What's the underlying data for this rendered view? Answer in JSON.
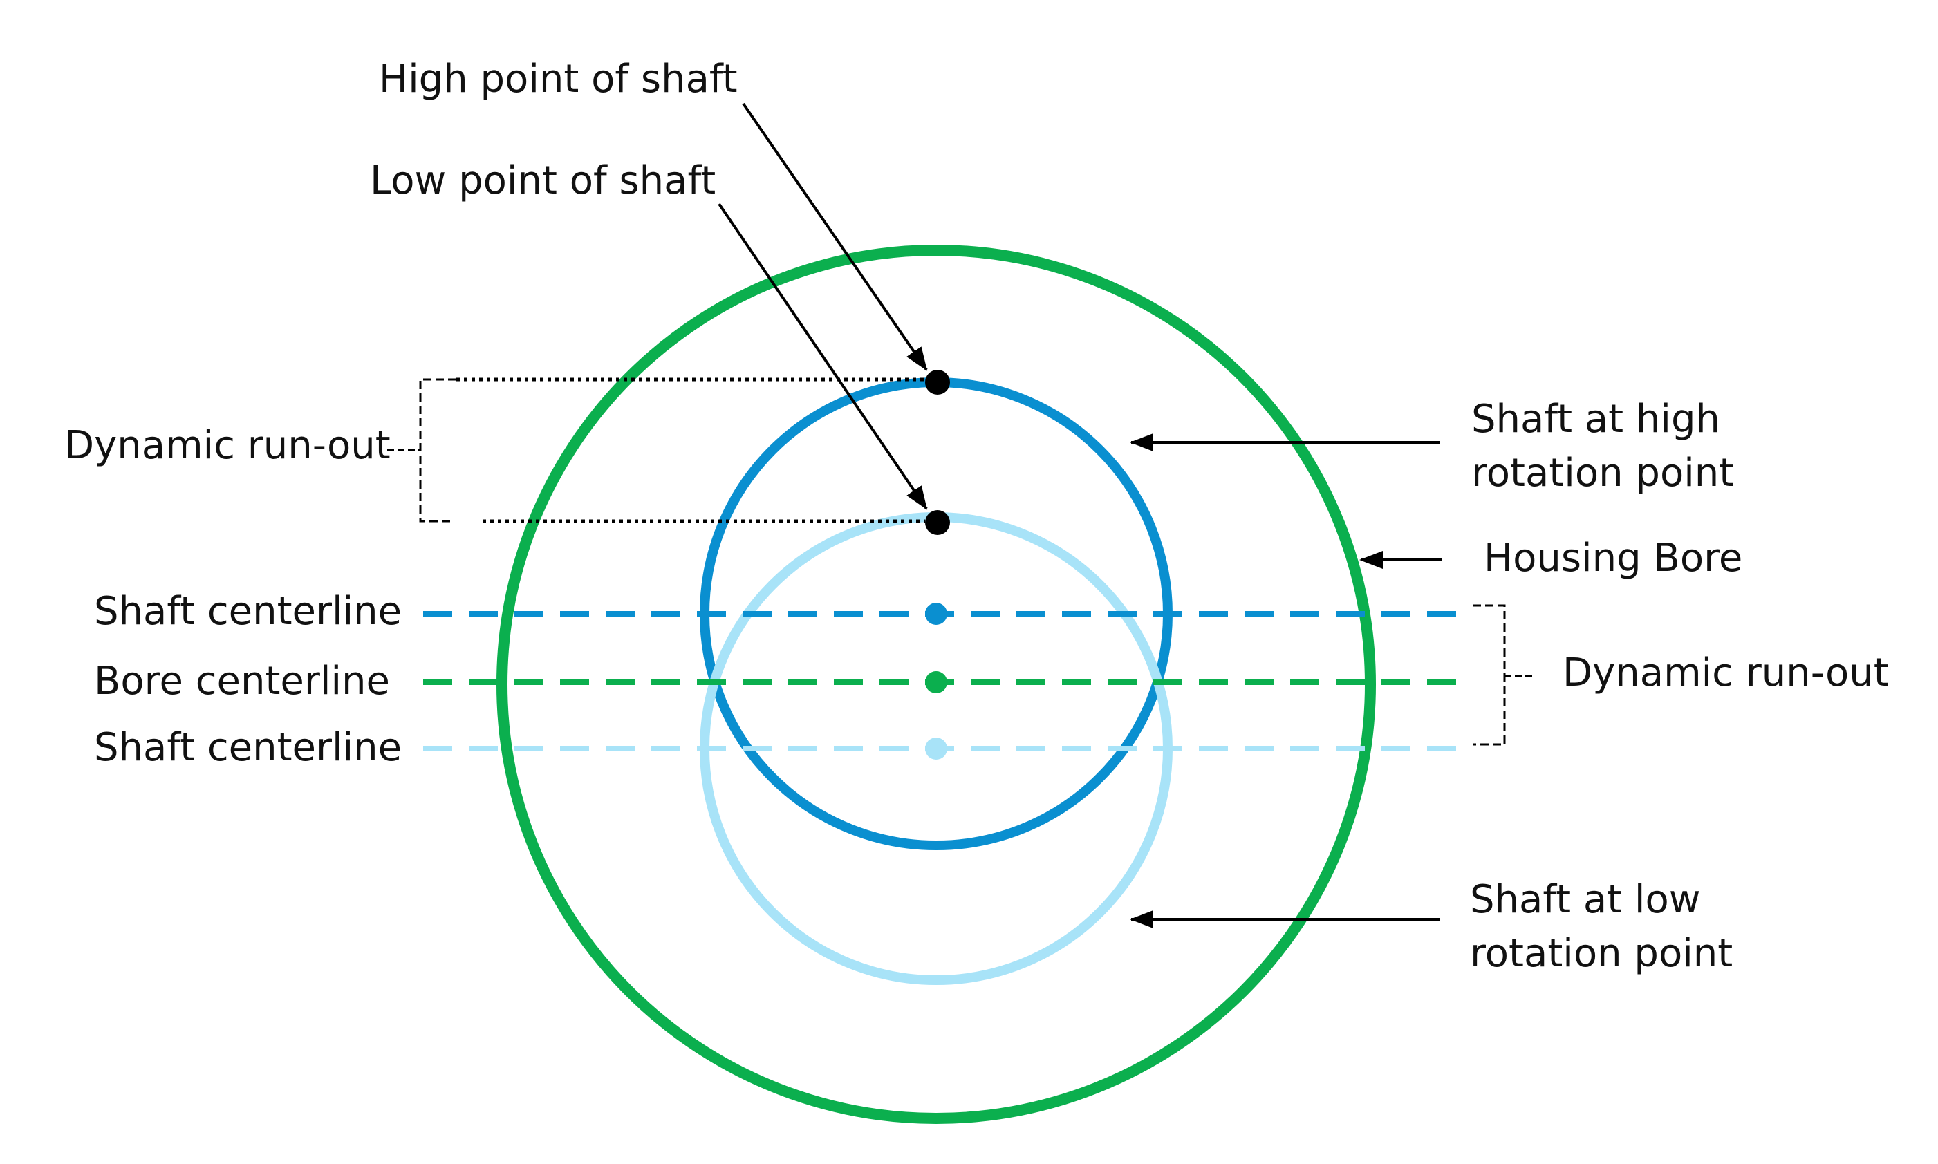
{
  "labels": {
    "high_point": "High point of shaft",
    "low_point": "Low point of shaft",
    "dynamic_runout_left": "Dynamic run-out",
    "shaft_centerline_top": "Shaft centerline",
    "bore_centerline": "Bore centerline",
    "shaft_centerline_bottom": "Shaft centerline",
    "shaft_high_line1": "Shaft at high",
    "shaft_high_line2": "rotation point",
    "housing_bore": "Housing Bore",
    "dynamic_runout_right": "Dynamic run-out",
    "shaft_low_line1": "Shaft at low",
    "shaft_low_line2": "rotation point"
  },
  "colors": {
    "housing_bore": "#0BAF4E",
    "shaft_high": "#0A8FD0",
    "shaft_low": "#A8E3F8",
    "point": "#000000",
    "text": "#111111"
  }
}
